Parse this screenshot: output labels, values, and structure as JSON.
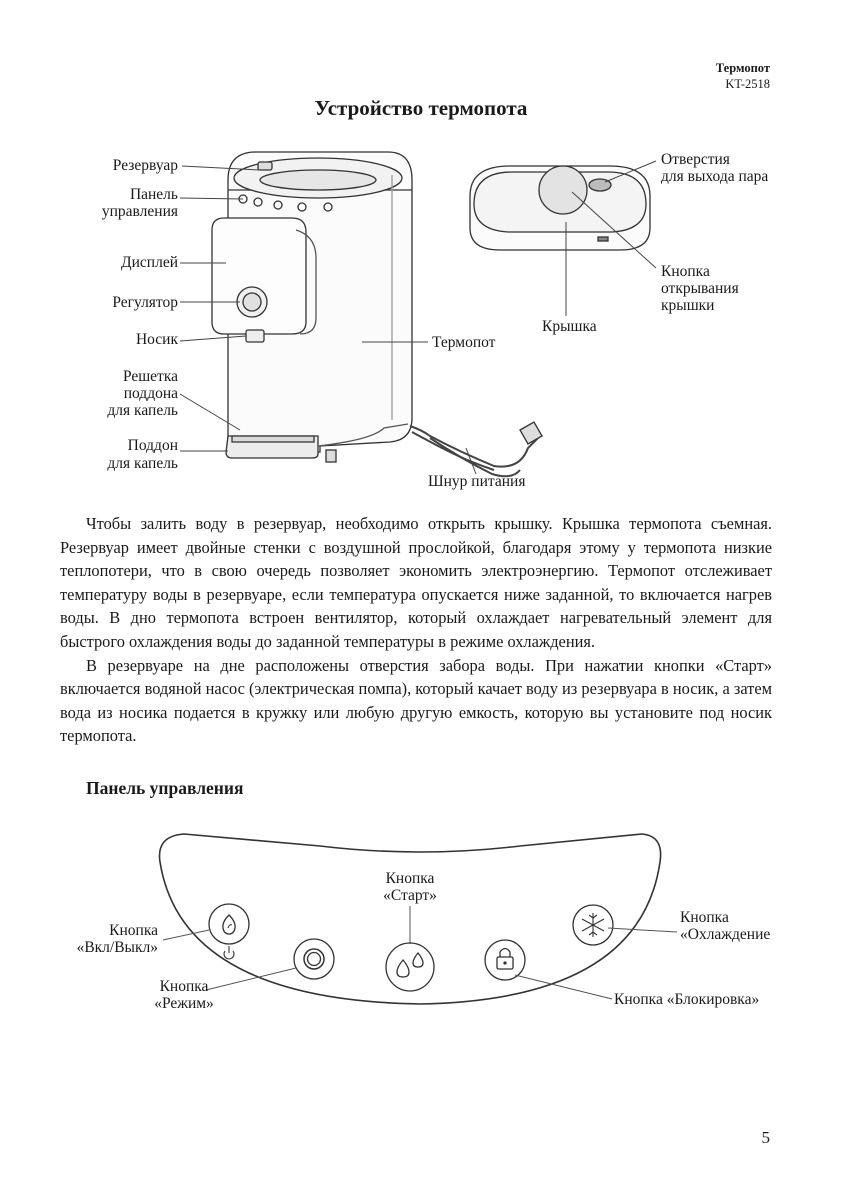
{
  "header": {
    "title": "Термопот",
    "model": "KT-2518"
  },
  "page_title": "Устройство термопота",
  "diagram_labels": {
    "reservoir": "Резервуар",
    "control_panel_1": "Панель",
    "control_panel_2": "управления",
    "display": "Дисплей",
    "regulator": "Регулятор",
    "spout": "Носик",
    "grill_1": "Решетка",
    "grill_2": "поддона",
    "grill_3": "для капель",
    "tray_1": "Поддон",
    "tray_2": "для капель",
    "thermopot": "Термопот",
    "cord": "Шнур питания",
    "steam_1": "Отверстия",
    "steam_2": "для выхода пара",
    "lid_button_1": "Кнопка",
    "lid_button_2": "открывания",
    "lid_button_3": "крышки",
    "lid": "Крышка"
  },
  "body": {
    "p1": "Чтобы залить воду в резервуар, необходимо открыть крышку. Крышка термопота съемная. Резервуар имеет двойные стенки с воздушной прослойкой, благодаря этому у термопота низкие теплопотери, что в свою очередь позволяет экономить электроэнергию. Термопот отслеживает температуру воды в резервуаре, если температура опускается ниже заданной, то включается нагрев воды. В дно термопота встроен вентилятор, который охлаждает нагревательный элемент для быстрого охлаждения воды до заданной температуры в режиме охлаждения.",
    "p2": "В резервуаре на дне расположены отверстия забора воды. При нажатии кнопки «Старт» включается водяной насос (электрическая помпа), который качает воду из резервуара в носик, а затем вода из носика подается в кружку или любую другую емкость, которую вы установите под носик термопота."
  },
  "panel": {
    "heading": "Панель управления",
    "power_1": "Кнопка",
    "power_2": "«Вкл/Выкл»",
    "mode_1": "Кнопка",
    "mode_2": "«Режим»",
    "start_1": "Кнопка",
    "start_2": "«Старт»",
    "lock": "Кнопка «Блокировка»",
    "cool_1": "Кнопка",
    "cool_2": "«Охлаждение"
  },
  "page_number": "5"
}
